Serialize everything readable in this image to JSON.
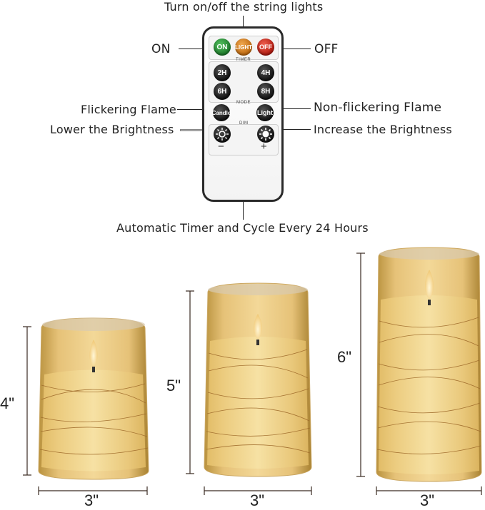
{
  "remote": {
    "labels": {
      "top": "Turn on/off the string lights",
      "on": "ON",
      "off": "OFF",
      "flicker": "Flickering Flame",
      "nonflicker": "Non-flickering Flame",
      "lower": "Lower the Brightness",
      "increase": "Increase the Brightness",
      "timer_note": "Automatic Timer and Cycle Every 24 Hours"
    },
    "buttons": {
      "on": "ON",
      "light": "LIGHT",
      "off": "OFF",
      "h2": "2H",
      "h4": "4H",
      "h6": "6H",
      "h8": "8H",
      "candle": "Candle",
      "light_mode": "Light"
    },
    "sections": {
      "timer": "TIMER",
      "mode": "MODE",
      "dim": "DIM"
    },
    "signs": {
      "minus": "−",
      "plus": "+"
    },
    "colors": {
      "on": "#2e9a3c",
      "light": "#e08a22",
      "off": "#d8301e"
    }
  },
  "candles": [
    {
      "height": "4\"",
      "width": "3\""
    },
    {
      "height": "5\"",
      "width": "3\""
    },
    {
      "height": "6\"",
      "width": "3\""
    }
  ]
}
